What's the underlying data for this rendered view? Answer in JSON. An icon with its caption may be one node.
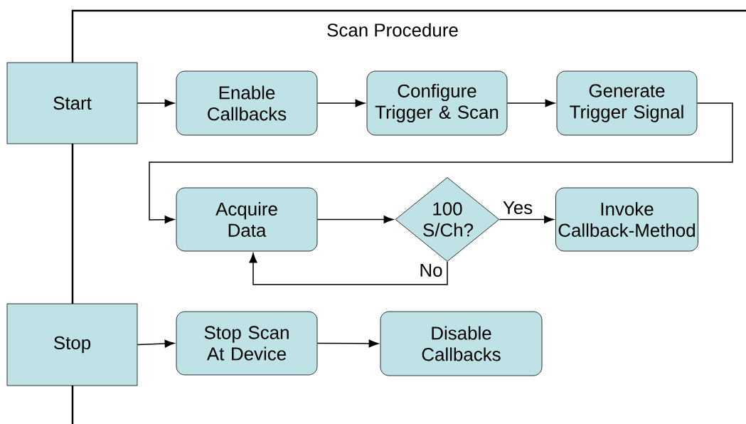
{
  "diagram": {
    "title": "Scan Procedure",
    "nodes": [
      {
        "text": [
          "Start"
        ]
      },
      {
        "text": [
          "Enable Callbacks"
        ]
      },
      {
        "text": [
          "Configure Trigger & Scan"
        ]
      },
      {
        "text": [
          "Generate Trigger Signal"
        ]
      },
      {
        "text": [
          "Acquire Data"
        ]
      },
      {
        "text": [
          "100 S/Ch?"
        ]
      },
      {
        "text": [
          "Invoke Callback-Method"
        ]
      },
      {
        "text": [
          "Stop"
        ]
      },
      {
        "text": [
          "Stop Scan At Device"
        ]
      },
      {
        "text": [
          "Disable Callbacks"
        ]
      }
    ],
    "edges": [
      {
        "from": 0,
        "to": 1,
        "arrow": "to"
      },
      {
        "from": 1,
        "to": 2,
        "arrow": "to"
      },
      {
        "from": 2,
        "to": 3,
        "arrow": "to"
      },
      {
        "from": 3,
        "to": 4,
        "arrow": "to"
      },
      {
        "from": 4,
        "to": 5,
        "arrow": "to"
      },
      {
        "from": 5,
        "to": 6,
        "arrow": "to",
        "label": "Yes"
      },
      {
        "from": 5,
        "to": 4,
        "arrow": "to",
        "label": "No"
      },
      {
        "from": 7,
        "to": 8,
        "arrow": "to"
      },
      {
        "from": 8,
        "to": 9,
        "arrow": "to"
      }
    ]
  }
}
